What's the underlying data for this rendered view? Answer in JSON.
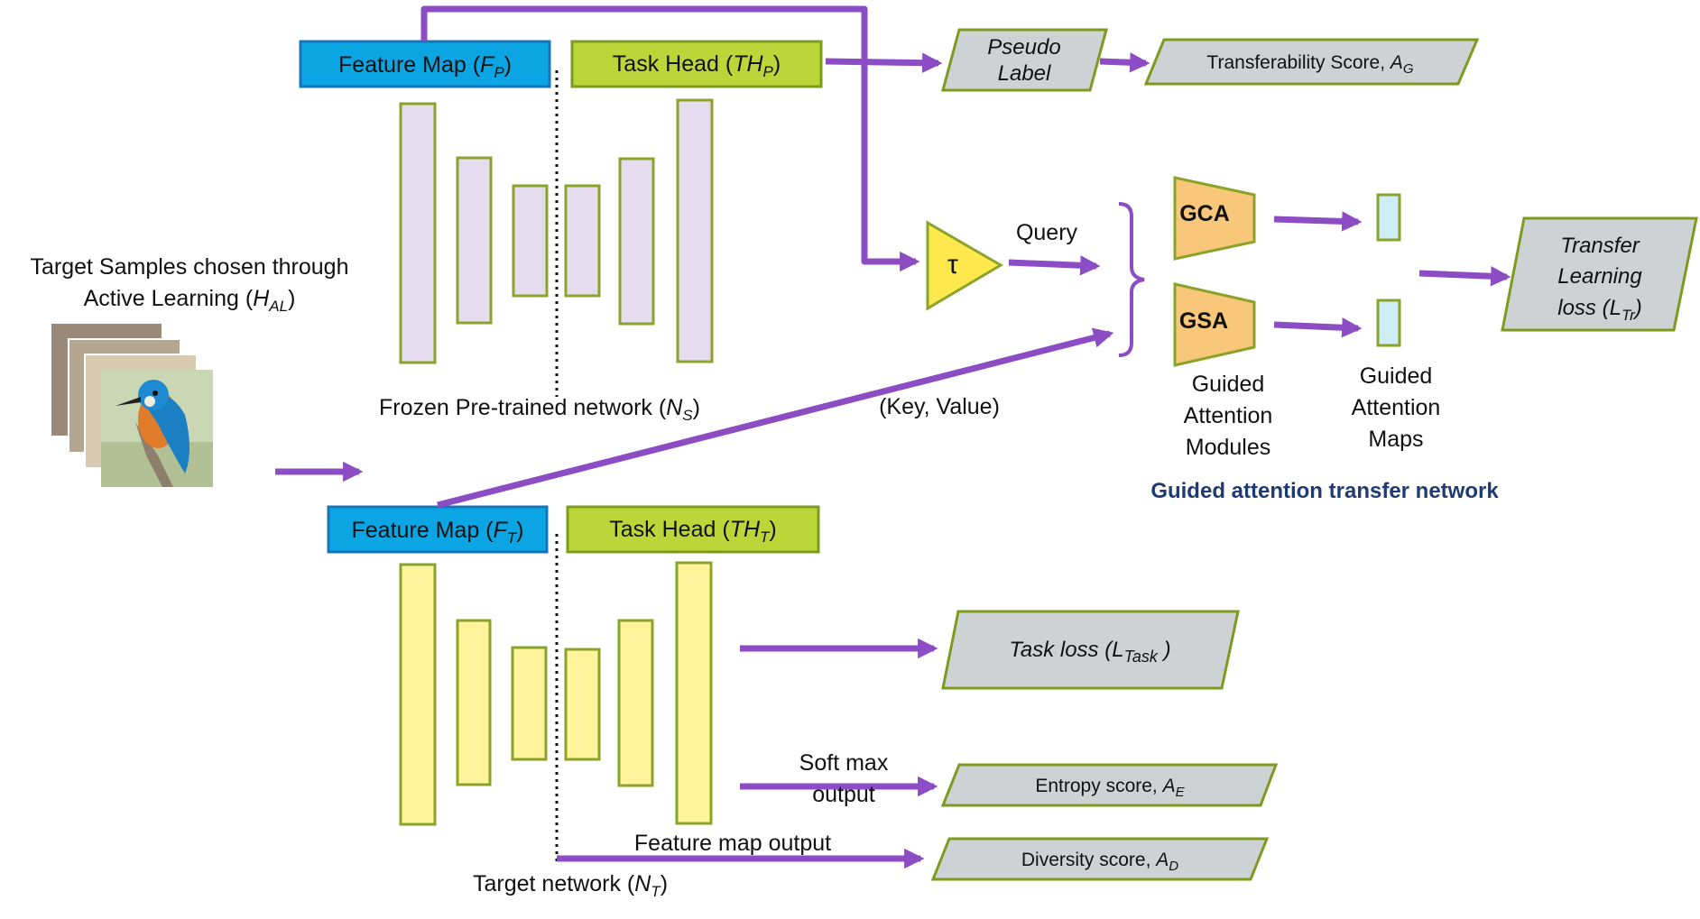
{
  "colors": {
    "arrow": "#8b4cc4",
    "feature_map_fill": "#0aa5e2",
    "feature_map_stroke": "#1874b8",
    "task_head_fill": "#bcd63a",
    "task_head_stroke": "#7e9a1f",
    "frozen_block_fill": "#e6dcef",
    "target_block_fill": "#fff39c",
    "block_stroke": "#8aa32a",
    "output_fill": "#cfd2d4",
    "output_stroke": "#7e9a1f",
    "tau_fill": "#ffe84d",
    "module_fill": "#f9c77a",
    "map_fill": "#cdeef6",
    "caption": "#1f3b73"
  },
  "top_network": {
    "feature_map": {
      "text": "Feature Map (",
      "math": "F",
      "sub": "P",
      "close": ")"
    },
    "task_head": {
      "text": "Task Head (",
      "math": "TH",
      "sub": "P",
      "close": ")"
    },
    "name": {
      "text": "Frozen Pre-trained network (",
      "math": "N",
      "sub": "S",
      "close": ")"
    }
  },
  "bottom_network": {
    "feature_map": {
      "text": "Feature Map (",
      "math": "F",
      "sub": "T",
      "close": ")"
    },
    "task_head": {
      "text": "Task Head (",
      "math": "TH",
      "sub": "T",
      "close": ")"
    },
    "name": {
      "text": "Target network (",
      "math": "N",
      "sub": "T",
      "close": ")"
    }
  },
  "input": {
    "line1": "Target Samples chosen through",
    "line2": "Active Learning (",
    "math": "H",
    "sub": "AL",
    "close": ")",
    "image_icon": "kingfisher-photo-stack-icon"
  },
  "outputs": {
    "pseudo_label": [
      "Pseudo",
      "Label"
    ],
    "transferability": {
      "text": "Transferability Score, ",
      "math": "A",
      "sub": "G"
    },
    "task_loss": {
      "text": "Task loss (",
      "math": "L",
      "sub": "Task",
      "close": " )"
    },
    "entropy": {
      "text": "Entropy score, ",
      "math": "A",
      "sub": "E"
    },
    "diversity": {
      "text": "Diversity score, ",
      "math": "A",
      "sub": "D"
    },
    "transfer_loss": {
      "line1": "Transfer",
      "line2": "Learning",
      "line3": "loss (",
      "math": "L",
      "sub": "Tr",
      "close": ")"
    }
  },
  "labels": {
    "tau": "τ",
    "query": "Query",
    "key_value": "(Key, Value)",
    "softmax": [
      "Soft max",
      "output"
    ],
    "feature_map_output": "Feature map output"
  },
  "attention": {
    "gca": "GCA",
    "gsa": "GSA",
    "modules_label": [
      "Guided",
      "Attention",
      "Modules"
    ],
    "maps_label": [
      "Guided",
      "Attention",
      "Maps"
    ],
    "caption": "Guided attention transfer network"
  }
}
